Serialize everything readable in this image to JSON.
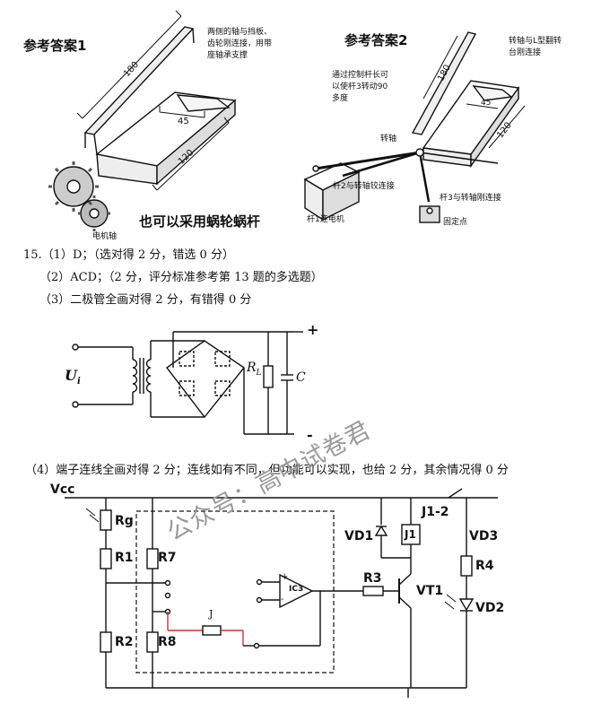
{
  "section1": {
    "answer1": {
      "title": "参考答案1",
      "note": "两侧的轴与挡板、齿轮刚连接，用带座轴承支撑",
      "dim_180": "180",
      "dim_45": "45",
      "dim_120": "120",
      "motor_shaft": "电机轴",
      "worm_note": "也可以采用蜗轮蜗杆"
    },
    "answer2": {
      "title": "参考答案2",
      "note_top": "转轴与L型翻转台刚连接",
      "note_left": "通过控制杆长可以使杆3转动90多度",
      "dim_180": "180",
      "dim_45": "45",
      "dim_120": "120",
      "pivot": "转轴",
      "rod2": "杆2与转轴铰连接",
      "rod3": "杆3与转轴刚连接",
      "rod1": "杆1连电机",
      "fixed_point": "固定点"
    }
  },
  "question15": {
    "line1": "15.（1）D；（选对得 2 分，错选 0 分）",
    "line2": "（2）ACD；（2 分，评分标准参考第 13 题的多选题）",
    "line3": "（3）二极管全画对得 2 分，有错得 0 分",
    "line4": "（4）端子连线全画对得 2 分；连线如有不同，但功能可以实现，也给 2 分，其余情况得 0 分"
  },
  "rectifier": {
    "ui": "U",
    "ui_sub": "i",
    "rl": "R",
    "rl_sub": "L",
    "c": "C",
    "plus": "+",
    "minus": "-"
  },
  "circuit": {
    "vcc": "Vcc",
    "rg": "Rg",
    "r1": "R1",
    "r2": "R2",
    "r7": "R7",
    "r8": "R8",
    "ic3": "IC3",
    "r3": "R3",
    "vt1": "VT1",
    "vd1": "VD1",
    "j1": "J1",
    "j12": "J1-2",
    "vd3": "VD3",
    "r4": "R4",
    "vd2": "VD2",
    "j": "J",
    "op_plus": "+",
    "op_minus": "-"
  },
  "watermark": "公众号：高中试卷君"
}
